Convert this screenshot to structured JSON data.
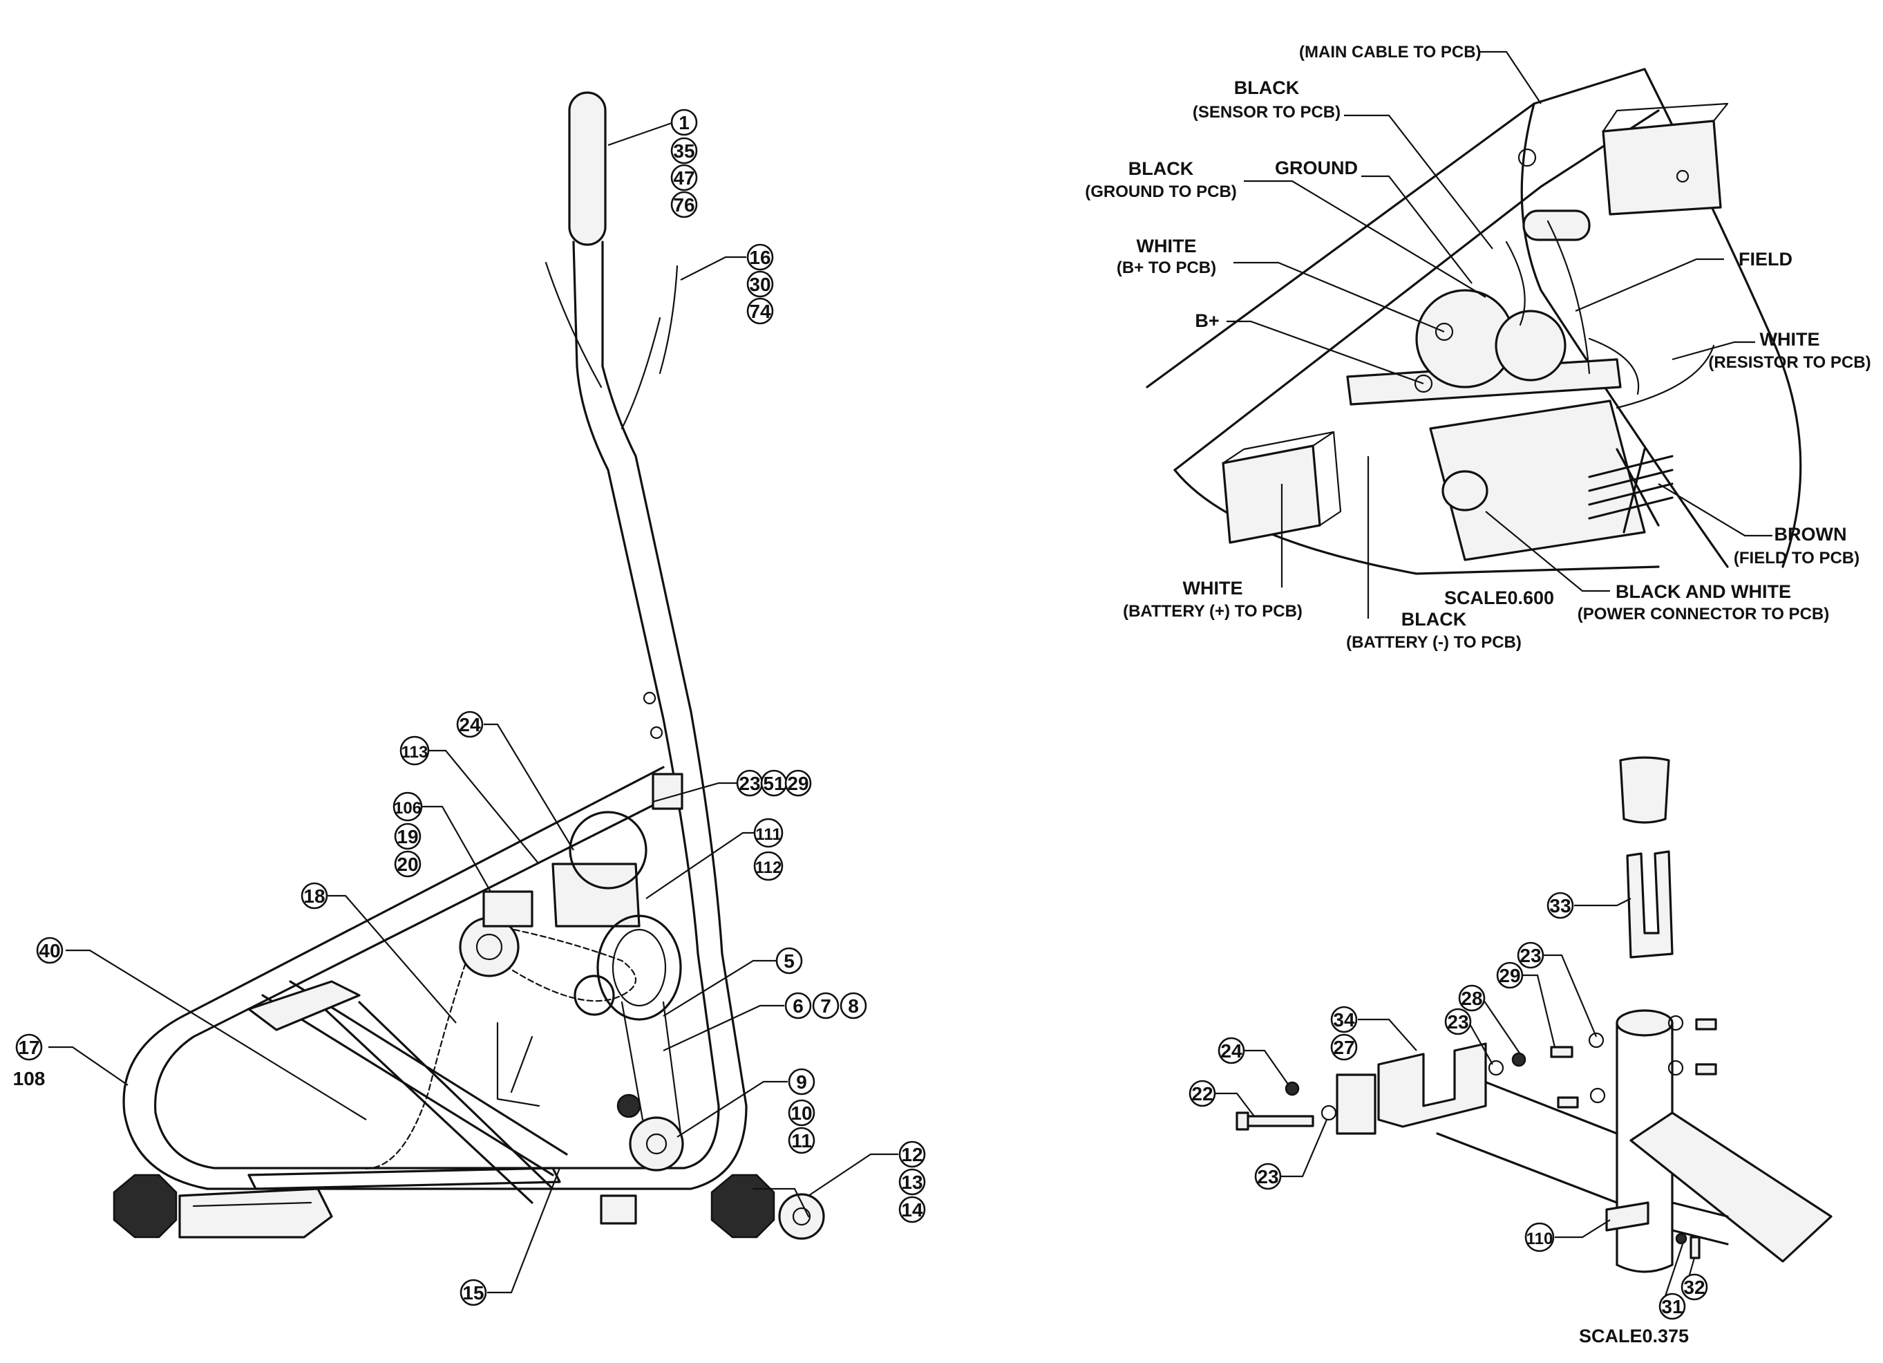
{
  "left_view": {
    "bubbles": [
      {
        "label": "1"
      },
      {
        "label": "35"
      },
      {
        "label": "47"
      },
      {
        "label": "76"
      },
      {
        "label": "16"
      },
      {
        "label": "30"
      },
      {
        "label": "74"
      },
      {
        "label": "24"
      },
      {
        "label": "113"
      },
      {
        "label": "106"
      },
      {
        "label": "19"
      },
      {
        "label": "20"
      },
      {
        "label": "18"
      },
      {
        "label": "40"
      },
      {
        "label": "17"
      },
      {
        "label": "23"
      },
      {
        "label": "51"
      },
      {
        "label": "29"
      },
      {
        "label": "111"
      },
      {
        "label": "112"
      },
      {
        "label": "5"
      },
      {
        "label": "6"
      },
      {
        "label": "7"
      },
      {
        "label": "8"
      },
      {
        "label": "9"
      },
      {
        "label": "10"
      },
      {
        "label": "11"
      },
      {
        "label": "12"
      },
      {
        "label": "13"
      },
      {
        "label": "14"
      },
      {
        "label": "15"
      }
    ],
    "plain_labels": [
      "108"
    ]
  },
  "wiring_view": {
    "callouts": [
      {
        "title": "",
        "sub": "(MAIN CABLE TO PCB)"
      },
      {
        "title": "BLACK",
        "sub": "(SENSOR TO PCB)"
      },
      {
        "title": "BLACK",
        "sub": "(GROUND TO PCB)"
      },
      {
        "title": "GROUND",
        "sub": ""
      },
      {
        "title": "WHITE",
        "sub": "(B+  TO PCB)"
      },
      {
        "title": "B+",
        "sub": ""
      },
      {
        "title": "FIELD",
        "sub": ""
      },
      {
        "title": "WHITE",
        "sub": "(RESISTOR TO PCB)"
      },
      {
        "title": "BROWN",
        "sub": "(FIELD TO PCB)"
      },
      {
        "title": "WHITE",
        "sub": "(BATTERY (+) TO PCB)"
      },
      {
        "title": "BLACK",
        "sub": "(BATTERY (-) TO PCB)"
      },
      {
        "title": "BLACK AND WHITE",
        "sub": "(POWER CONNECTOR TO PCB)"
      }
    ],
    "scale_label": "SCALE0.600"
  },
  "detail_view": {
    "bubbles": [
      {
        "label": "33"
      },
      {
        "label": "23"
      },
      {
        "label": "29"
      },
      {
        "label": "28"
      },
      {
        "label": "23"
      },
      {
        "label": "34"
      },
      {
        "label": "27"
      },
      {
        "label": "24"
      },
      {
        "label": "22"
      },
      {
        "label": "23"
      },
      {
        "label": "110"
      },
      {
        "label": "32"
      },
      {
        "label": "31"
      }
    ],
    "scale_label": "SCALE0.375"
  }
}
